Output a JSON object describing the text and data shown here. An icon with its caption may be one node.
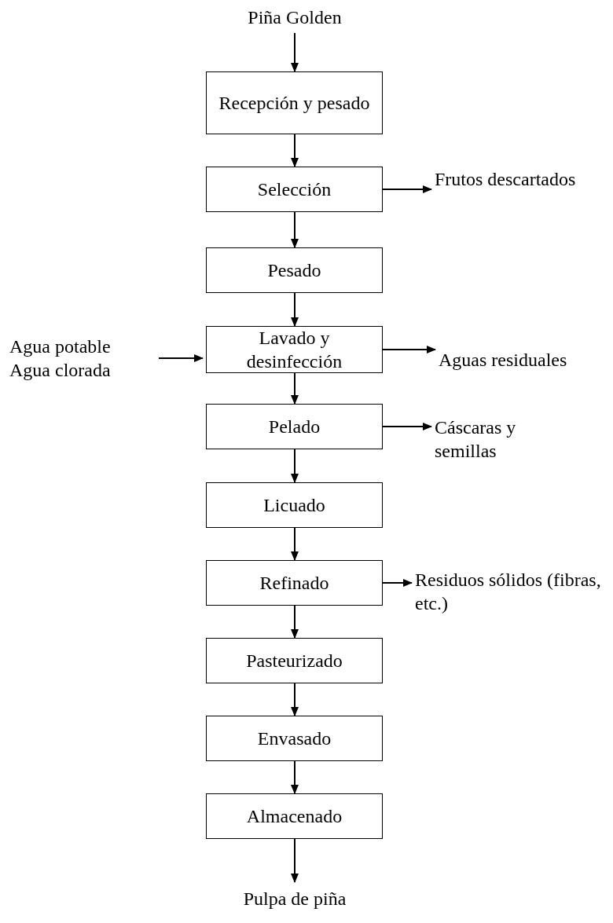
{
  "diagram": {
    "nodes": [
      {
        "text": [
          "Piña Golden"
        ]
      },
      {
        "text": [
          "Recepción y pesado"
        ]
      },
      {
        "text": [
          "Selección"
        ]
      },
      {
        "text": [
          "Frutos descartados"
        ]
      },
      {
        "text": [
          "Pesado"
        ]
      },
      {
        "text": [
          "Agua potable",
          "Agua clorada"
        ]
      },
      {
        "text": [
          "Lavado y desinfección"
        ]
      },
      {
        "text": [
          "Aguas residuales"
        ]
      },
      {
        "text": [
          "Pelado"
        ]
      },
      {
        "text": [
          "Cáscaras y semillas"
        ]
      },
      {
        "text": [
          "Licuado"
        ]
      },
      {
        "text": [
          "Refinado"
        ]
      },
      {
        "text": [
          "Residuos sólidos (fibras, etc.)"
        ]
      },
      {
        "text": [
          "Pasteurizado"
        ]
      },
      {
        "text": [
          "Envasado"
        ]
      },
      {
        "text": [
          "Almacenado"
        ]
      },
      {
        "text": [
          "Pulpa de piña"
        ]
      }
    ],
    "edges": [
      {
        "from": 0,
        "to": 1,
        "arrow": "to"
      },
      {
        "from": 1,
        "to": 2,
        "arrow": "to"
      },
      {
        "from": 2,
        "to": 3,
        "arrow": "to"
      },
      {
        "from": 2,
        "to": 4,
        "arrow": "to"
      },
      {
        "from": 4,
        "to": 6,
        "arrow": "to"
      },
      {
        "from": 5,
        "to": 6,
        "arrow": "to"
      },
      {
        "from": 6,
        "to": 7,
        "arrow": "to"
      },
      {
        "from": 6,
        "to": 8,
        "arrow": "to"
      },
      {
        "from": 8,
        "to": 9,
        "arrow": "to"
      },
      {
        "from": 8,
        "to": 10,
        "arrow": "to"
      },
      {
        "from": 10,
        "to": 11,
        "arrow": "to"
      },
      {
        "from": 11,
        "to": 12,
        "arrow": "to"
      },
      {
        "from": 11,
        "to": 13,
        "arrow": "to"
      },
      {
        "from": 13,
        "to": 14,
        "arrow": "to"
      },
      {
        "from": 14,
        "to": 15,
        "arrow": "to"
      },
      {
        "from": 15,
        "to": 16,
        "arrow": "to"
      }
    ]
  }
}
